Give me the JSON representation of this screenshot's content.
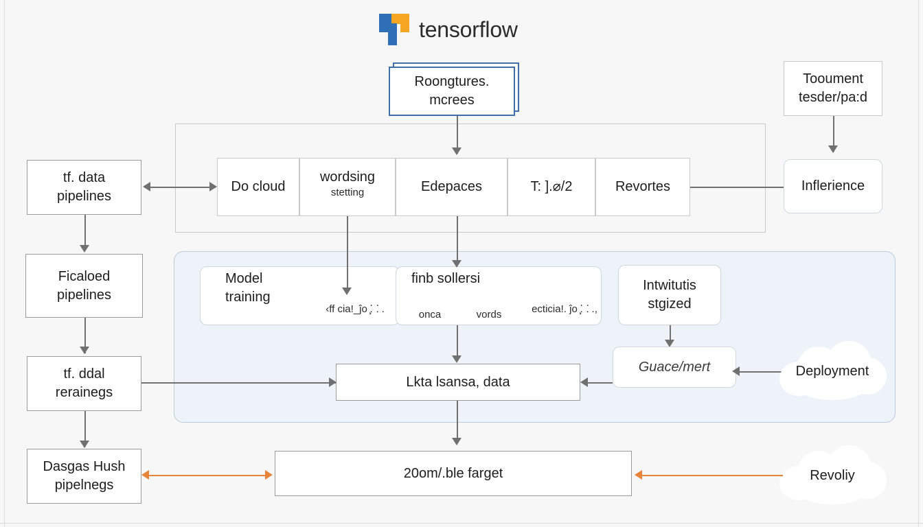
{
  "brand": {
    "name": "tensorflow",
    "logo_icon": "tensorflow-logo-icon",
    "accent_blue": "#2f6fb6",
    "accent_orange": "#f6a623"
  },
  "diagram": {
    "top_stack_node": {
      "line1": "Roongtures.",
      "line2": "mcrees"
    },
    "top_right_node": {
      "line1": "Tooument",
      "line2": "tesder/pa:d"
    },
    "inference_node": "Inflerience",
    "left_column": [
      {
        "line1": "tf. data",
        "line2": "pipelines"
      },
      {
        "line1": "Ficaloed",
        "line2": "pipelines"
      },
      {
        "line1": "tf. ddal",
        "line2": "rerainegs"
      },
      {
        "line1": "Dasgas Hush",
        "line2": "pipelnegs"
      }
    ],
    "top_row": [
      "Do cloud",
      "wordsing",
      "Edepaces",
      "T: ].⌀/2",
      "Revortes"
    ],
    "top_row_overlap_label": "stetting",
    "model_training_node": {
      "line1": "Model",
      "line2": "training"
    },
    "finb_node": "finb sollersi",
    "intwitutis_node": {
      "line1": "Intwitutis",
      "line2": "stgized"
    },
    "guacemert_node": "Guace/mert",
    "data_node": "Lkta lsansa, data",
    "target_node": "20om/.ble farget",
    "inner_labels": [
      "‹ff cia!_ĵo ̧⸬ .",
      "onca",
      "vords",
      "ecticia!. ĵo ̧⸬ .,"
    ],
    "clouds": [
      {
        "label": "Deployment"
      },
      {
        "label": "Revoliy"
      }
    ],
    "colors": {
      "edge": "#707070",
      "edge_accent": "#e8833a",
      "panel_blue_fill": "#eef3f9",
      "panel_blue_border": "#b9cbdd",
      "node_border": "#9a9a9a",
      "stack_border": "#3f6fa8"
    }
  }
}
